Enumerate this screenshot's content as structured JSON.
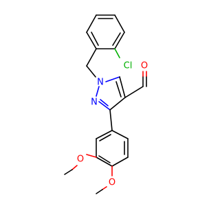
{
  "colors": {
    "carbon": "#000000",
    "oxygen": "#ff0000",
    "nitrogen": "#0000ff",
    "chlorine": "#00b000",
    "background": "#ffffff"
  },
  "labels": {
    "cl": "Cl",
    "n1": "N",
    "n2": "N",
    "o_ald": "O",
    "o_meo1": "O",
    "o_meo2": "O"
  }
}
